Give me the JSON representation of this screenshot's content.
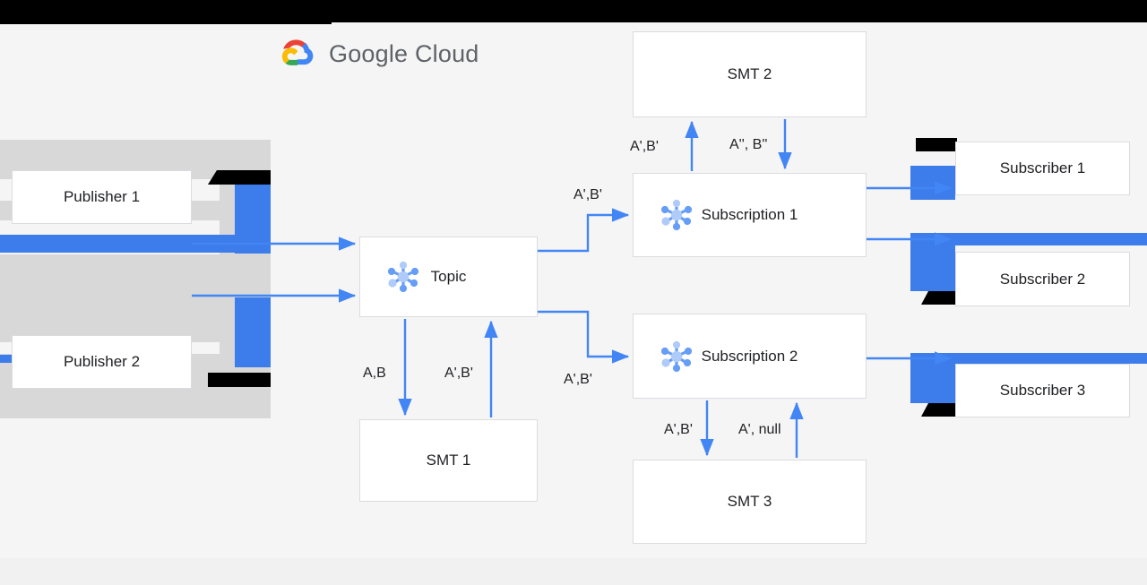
{
  "logo": {
    "brand_first": "Google",
    "brand_second": "Cloud",
    "icon": "google-cloud-logo-icon",
    "colors": {
      "red": "#EA4335",
      "blue": "#4285F4",
      "yellow": "#FBBC04",
      "green": "#34A853",
      "wordmark": "#5F6368"
    }
  },
  "theme": {
    "accent_blue": "#4285F4",
    "edge_blue": "#4285F4",
    "artifact_blue": "#3C7CEB",
    "box_border": "#DADCE0",
    "canvas_bg": "#F5F5F5",
    "box_bg": "#FFFFFF",
    "text": "#202124",
    "pubsub_icon_light": "#AECBFA",
    "pubsub_icon_mid": "#669DF6",
    "redaction": "#000000"
  },
  "nodes": {
    "publisher_1": "Publisher 1",
    "publisher_2": "Publisher 2",
    "topic": "Topic",
    "smt_1": "SMT 1",
    "smt_2": "SMT 2",
    "smt_3": "SMT 3",
    "subscription_1": "Subscription 1",
    "subscription_2": "Subscription 2",
    "subscriber_1": "Subscriber 1",
    "subscriber_2": "Subscriber 2",
    "subscriber_3": "Subscriber 3"
  },
  "edge_labels": {
    "publisher_to_subscription_1": "A',B'",
    "subscription_1_to_smt_2": "A',B'",
    "smt_2_to_subscription_1": "A'', B''",
    "topic_to_smt_1": "A,B",
    "smt_1_to_topic": "A',B'",
    "topic_to_subscription_2": "A',B'",
    "subscription_2_to_smt_3": "A',B'",
    "smt_3_to_subscription_2": "A', null"
  },
  "icons": {
    "pubsub": "pubsub-hub-icon"
  }
}
